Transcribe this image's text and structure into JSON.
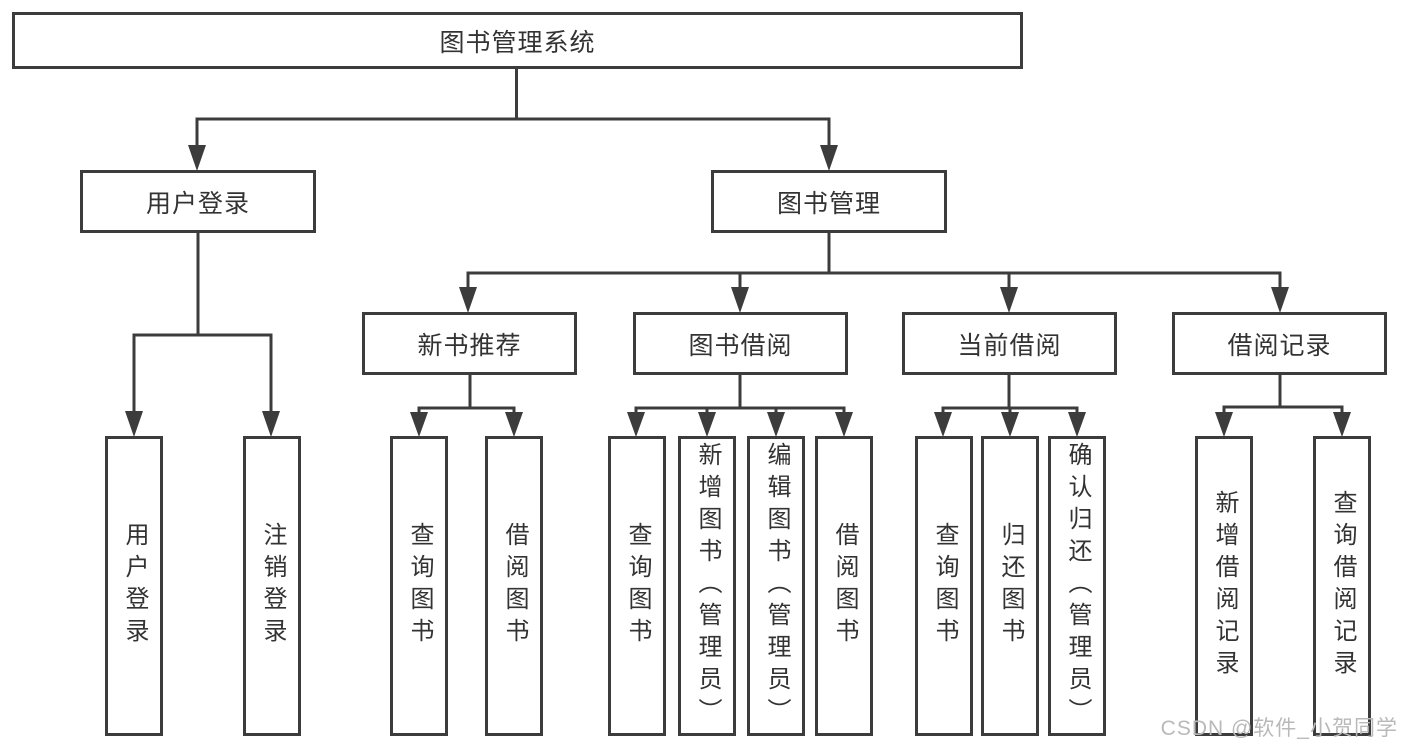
{
  "tree": {
    "label": "图书管理系统",
    "children": [
      {
        "label": "用户登录",
        "children": [
          {
            "label": "用户登录"
          },
          {
            "label": "注销登录"
          }
        ]
      },
      {
        "label": "图书管理",
        "children": [
          {
            "label": "新书推荐",
            "children": [
              {
                "label": "查询图书"
              },
              {
                "label": "借阅图书"
              }
            ]
          },
          {
            "label": "图书借阅",
            "children": [
              {
                "label": "查询图书"
              },
              {
                "label": "新增图书（管理员）"
              },
              {
                "label": "编辑图书（管理员）"
              },
              {
                "label": "借阅图书"
              }
            ]
          },
          {
            "label": "当前借阅",
            "children": [
              {
                "label": "查询图书"
              },
              {
                "label": "归还图书"
              },
              {
                "label": "确认归还（管理员）"
              }
            ]
          },
          {
            "label": "借阅记录",
            "children": [
              {
                "label": "新增借阅记录"
              },
              {
                "label": "查询借阅记录"
              }
            ]
          }
        ]
      }
    ]
  },
  "watermark": {
    "text": "CSDN @软件_小贺同学"
  },
  "colors": {
    "line": "#3c3c3c",
    "text": "#333333",
    "watermark": "#b9b9b9",
    "background": "#ffffff"
  }
}
